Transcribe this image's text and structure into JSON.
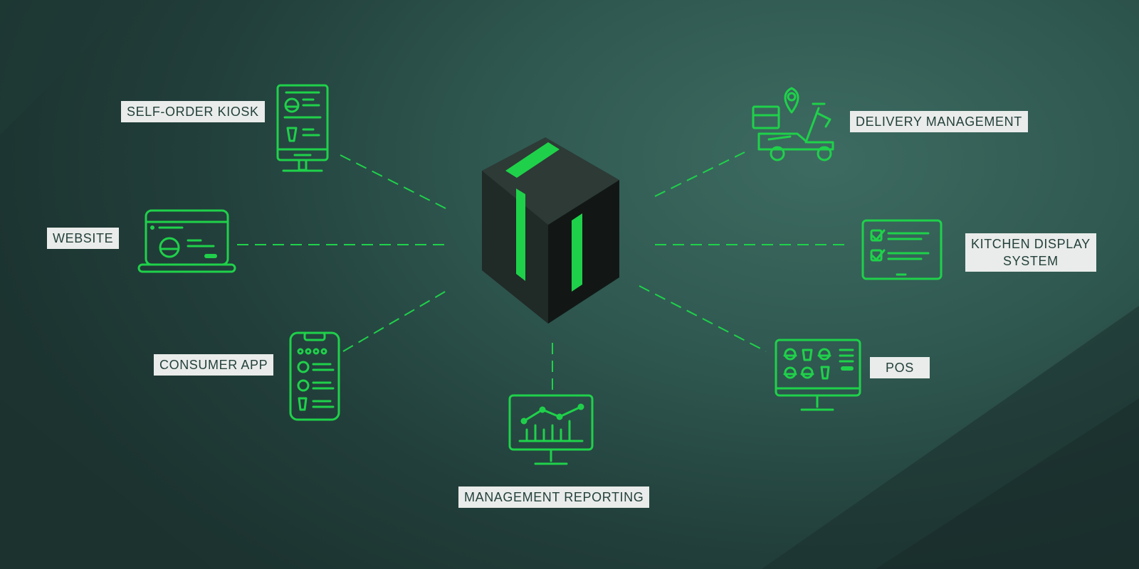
{
  "accent_color": "#1fd14a",
  "center": {
    "logo_icon": "cube-logo-icon"
  },
  "nodes": {
    "self_order_kiosk": {
      "label": "SELF-ORDER KIOSK",
      "icon": "kiosk-icon"
    },
    "website": {
      "label": "WEBSITE",
      "icon": "laptop-icon"
    },
    "consumer_app": {
      "label": "CONSUMER APP",
      "icon": "smartphone-icon"
    },
    "management_reporting": {
      "label": "MANAGEMENT REPORTING",
      "icon": "analytics-monitor-icon"
    },
    "delivery_management": {
      "label": "DELIVERY MANAGEMENT",
      "icon": "delivery-scooter-icon"
    },
    "kitchen_display_system": {
      "label_lines": [
        "KITCHEN DISPLAY",
        "SYSTEM"
      ],
      "icon": "checklist-tablet-icon"
    },
    "pos": {
      "label": "POS",
      "icon": "pos-monitor-icon"
    }
  }
}
